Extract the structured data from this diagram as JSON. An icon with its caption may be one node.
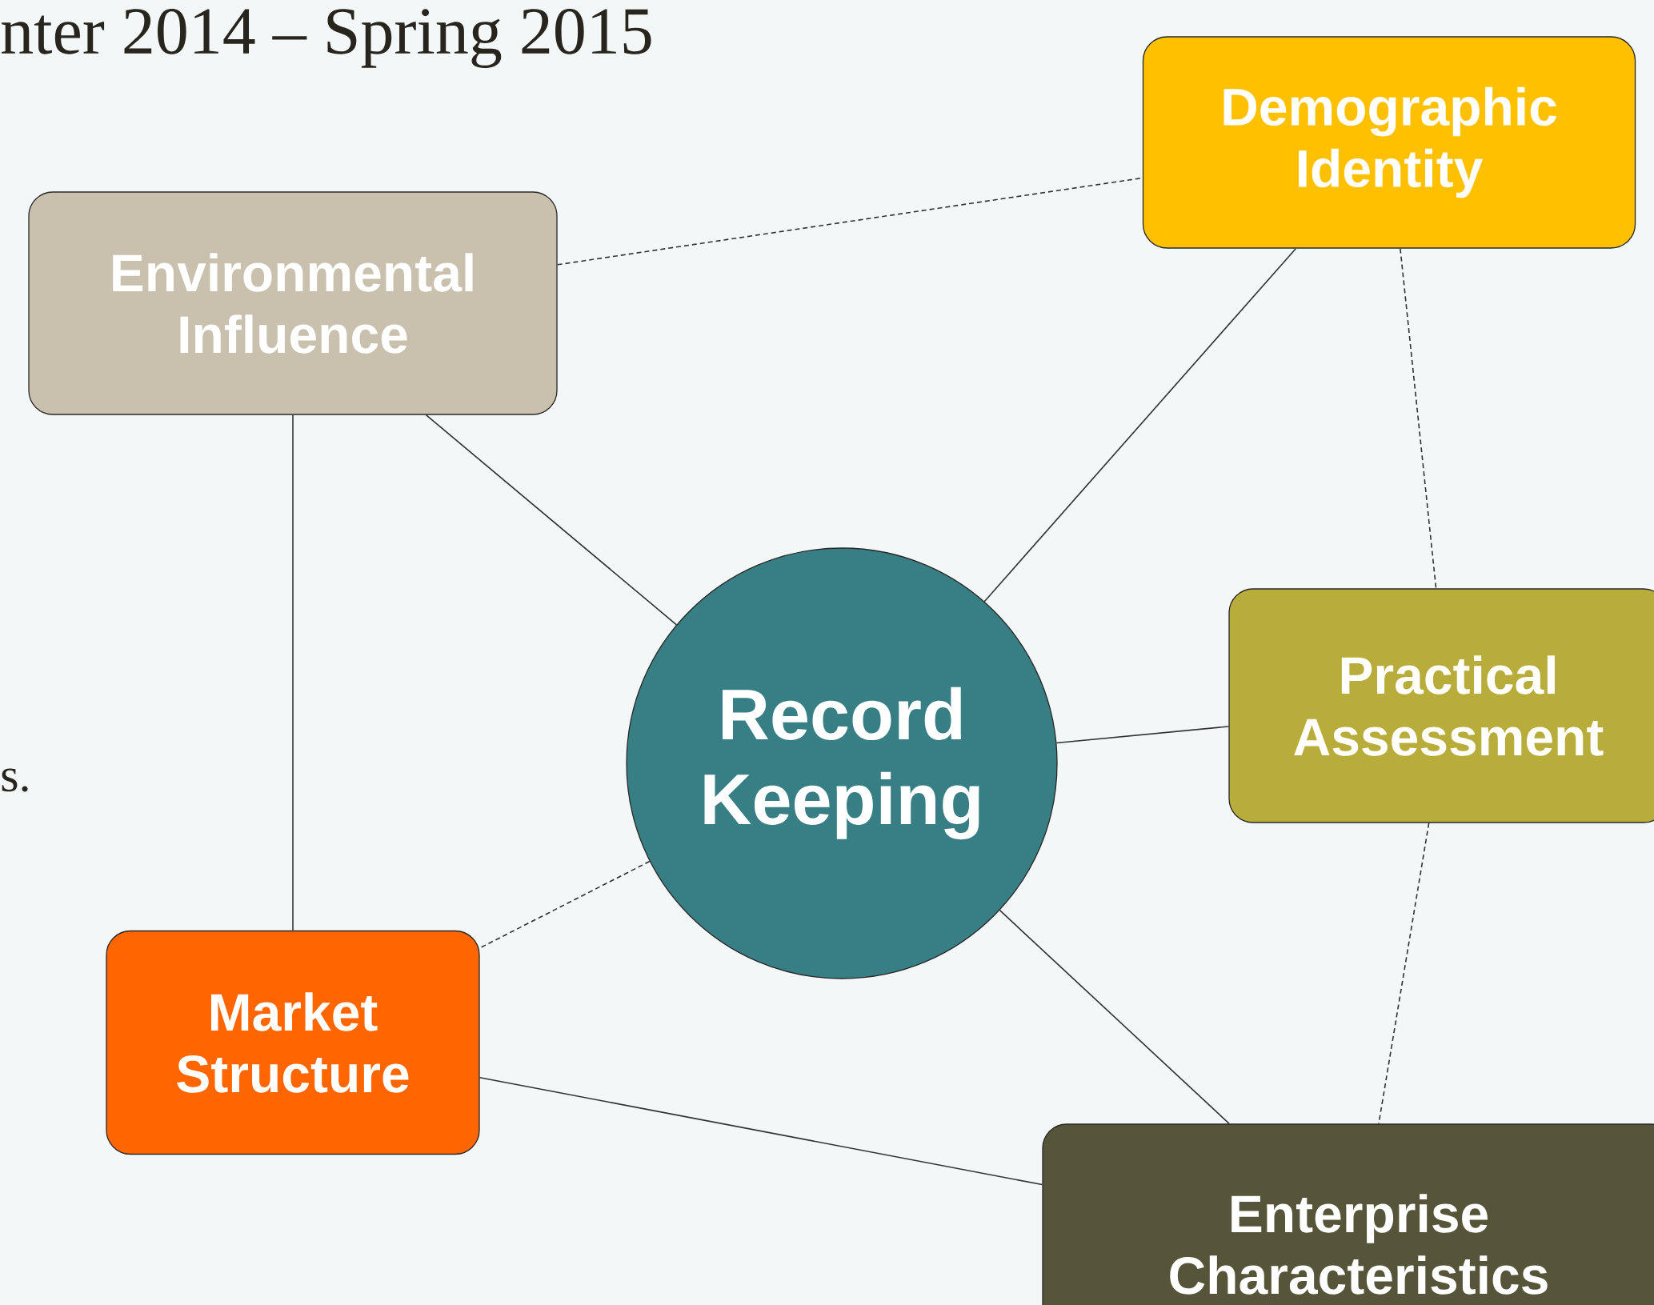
{
  "diagram": {
    "nodes": [
      {
        "text": [
          "Demographic Identity"
        ]
      },
      {
        "text": [
          "Environmental Influence"
        ]
      },
      {
        "text": [
          "Record Keeping"
        ]
      },
      {
        "text": [
          "Practical Assessment"
        ]
      },
      {
        "text": [
          "Market Structure"
        ]
      },
      {
        "text": [
          "Enterprise Characteristics"
        ]
      }
    ],
    "edges": [
      {
        "from": 1,
        "to": 0,
        "arrow": "none",
        "style": "dashed"
      },
      {
        "from": 0,
        "to": 2,
        "arrow": "none"
      },
      {
        "from": 0,
        "to": 3,
        "arrow": "none",
        "style": "dashed"
      },
      {
        "from": 1,
        "to": 2,
        "arrow": "none"
      },
      {
        "from": 1,
        "to": 4,
        "arrow": "none"
      },
      {
        "from": 2,
        "to": 3,
        "arrow": "none"
      },
      {
        "from": 3,
        "to": 5,
        "arrow": "none",
        "style": "dashed"
      },
      {
        "from": 2,
        "to": 4,
        "arrow": "none",
        "style": "dashed"
      },
      {
        "from": 2,
        "to": 5,
        "arrow": "none"
      },
      {
        "from": 4,
        "to": 5,
        "arrow": "none"
      }
    ],
    "labels": [
      "nter 2014 – Spring 2015",
      "s."
    ]
  }
}
